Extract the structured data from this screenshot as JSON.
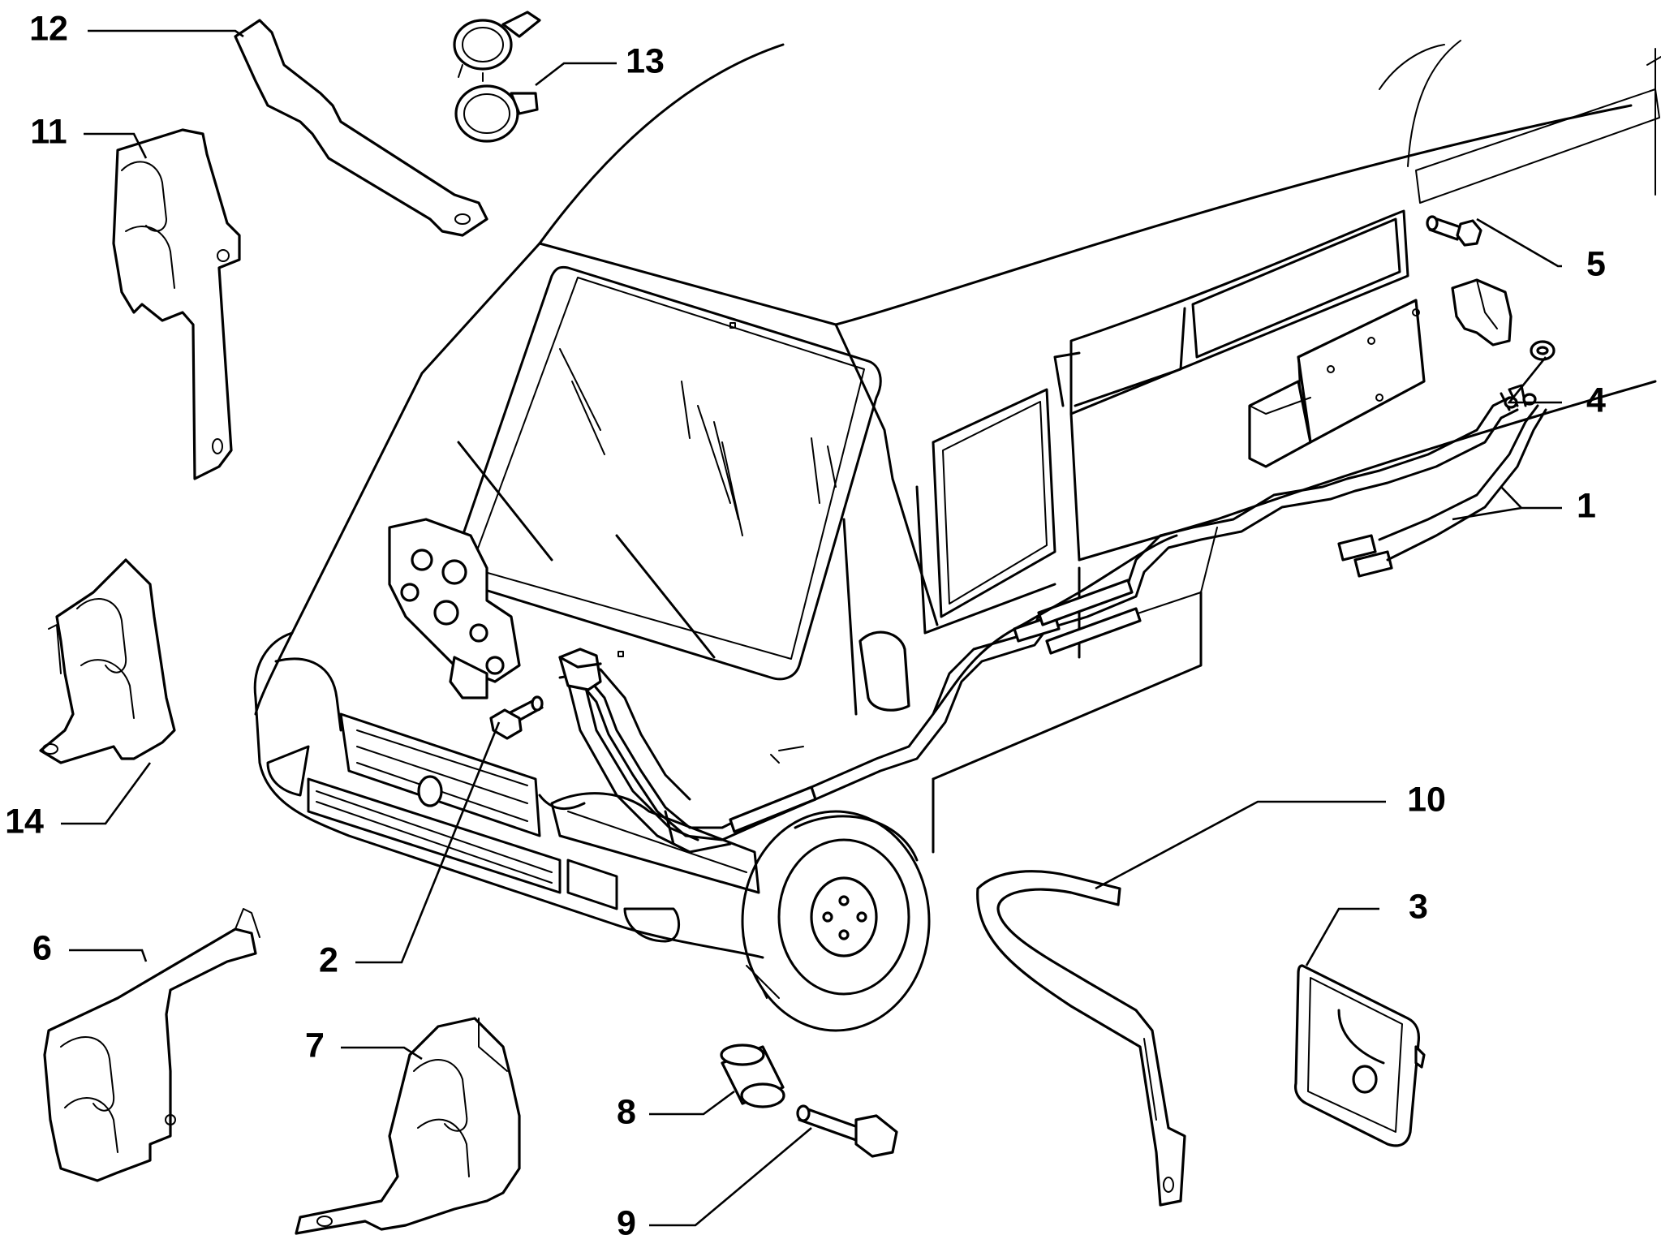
{
  "diagram": {
    "type": "exploded-parts-diagram",
    "callouts": [
      {
        "id": "c1",
        "label": "1"
      },
      {
        "id": "c2",
        "label": "2"
      },
      {
        "id": "c3",
        "label": "3"
      },
      {
        "id": "c4",
        "label": "4"
      },
      {
        "id": "c5",
        "label": "5"
      },
      {
        "id": "c6",
        "label": "6"
      },
      {
        "id": "c7",
        "label": "7"
      },
      {
        "id": "c8",
        "label": "8"
      },
      {
        "id": "c9",
        "label": "9"
      },
      {
        "id": "c10",
        "label": "10"
      },
      {
        "id": "c11",
        "label": "11"
      },
      {
        "id": "c12",
        "label": "12"
      },
      {
        "id": "c13",
        "label": "13"
      },
      {
        "id": "c14",
        "label": "14"
      }
    ]
  }
}
